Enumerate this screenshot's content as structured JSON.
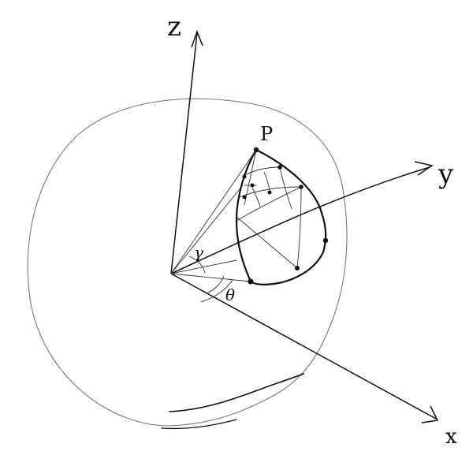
{
  "figure": {
    "labels": {
      "z_axis": "z",
      "y_axis": "y",
      "x_axis": "x",
      "point": "P",
      "angle_upper": "γ",
      "angle_lower": "θ"
    },
    "colors": {
      "ink": "#111111",
      "sphere": "#777777",
      "background": "#ffffff"
    }
  }
}
